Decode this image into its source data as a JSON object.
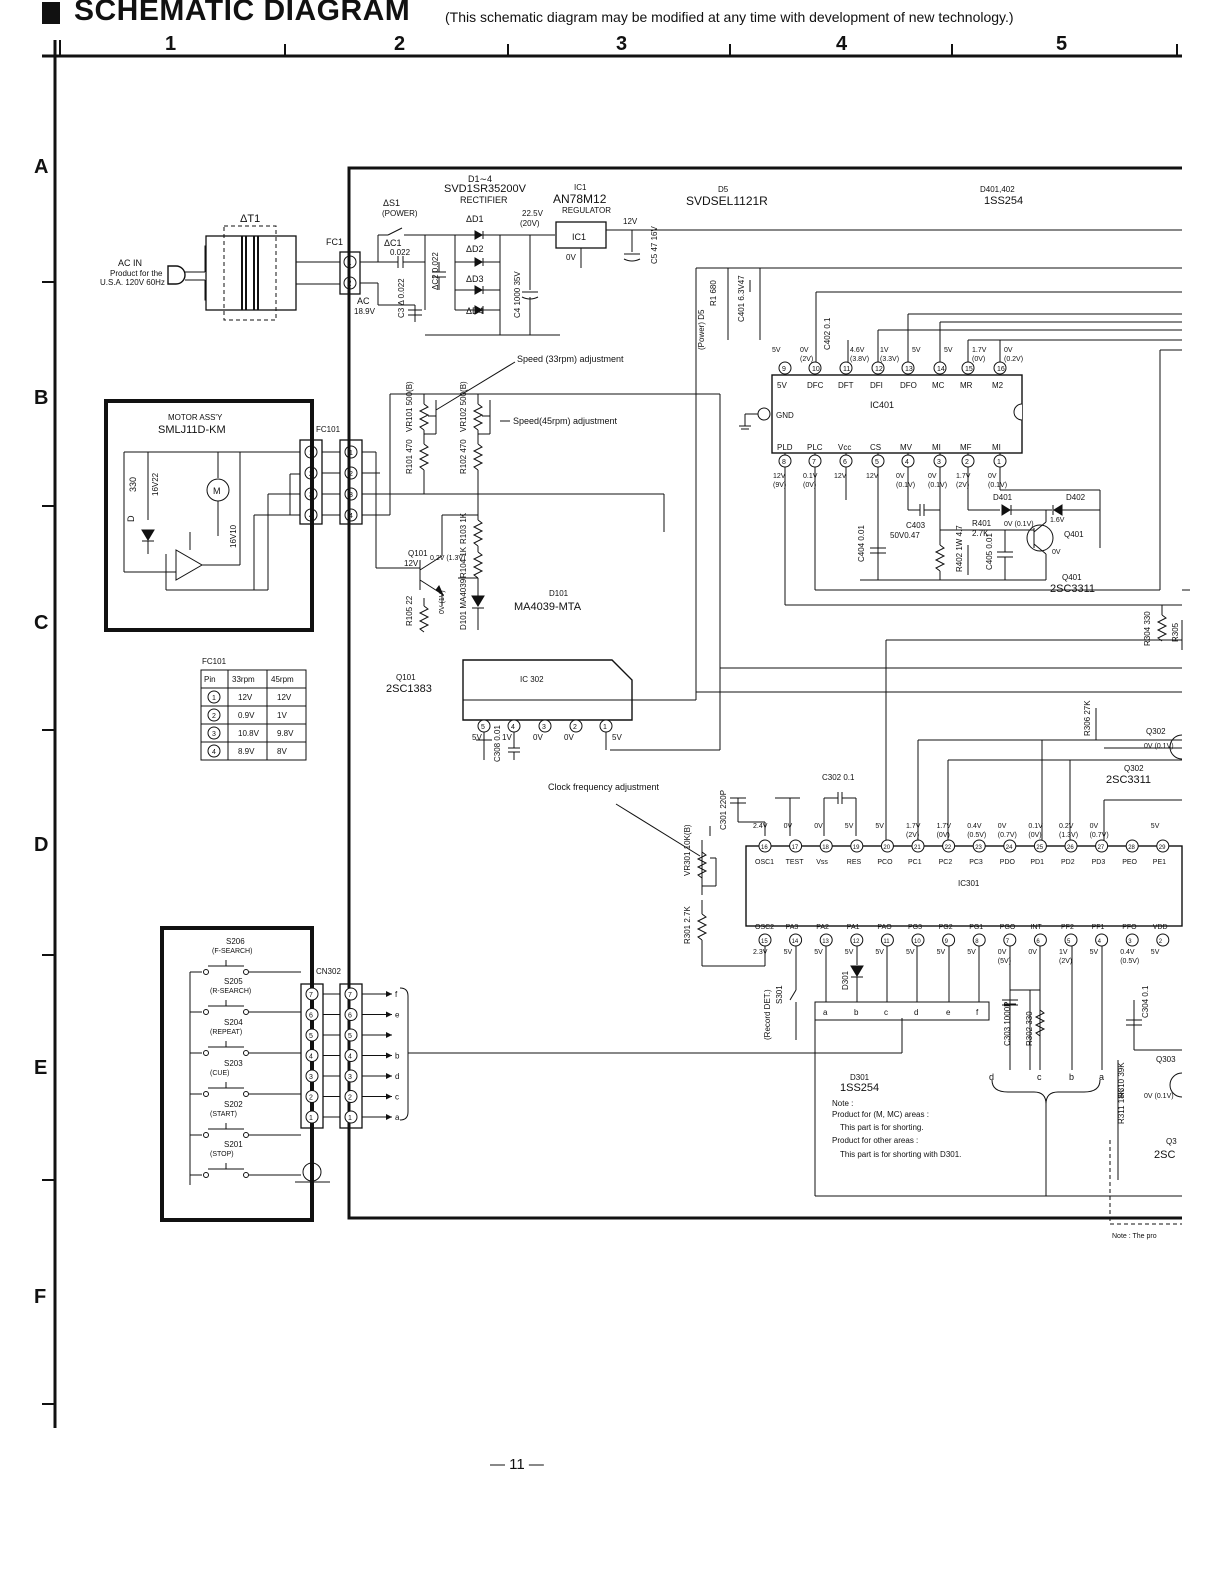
{
  "header": {
    "title": "SCHEMATIC DIAGRAM",
    "subtitle": "(This schematic diagram may be modified at any time with development of new technology.)"
  },
  "grid": {
    "columns": [
      "1",
      "2",
      "3",
      "4",
      "5"
    ],
    "rows": [
      "A",
      "B",
      "C",
      "D",
      "E",
      "F"
    ]
  },
  "page_number": "— 11 —",
  "labels": {
    "ac_in": "AC IN",
    "ac_note1": "Product for the",
    "ac_note2": "U.S.A. 120V 60Hz",
    "t1": "ΔT1",
    "fc1": "FC1",
    "s1": "ΔS1",
    "s1_name": "(POWER)",
    "c1": "ΔC1",
    "c1_val": "0.022",
    "c2": "ΔC2 0.022",
    "c3": "C3 Δ 0.022",
    "ac_v": "AC",
    "ac_v2": "18.9V",
    "d14_title": "D1∼4",
    "d14_part": "SVD1SR35200V",
    "d14_role": "RECTIFIER",
    "d1": "ΔD1",
    "d2": "ΔD2",
    "d3": "ΔD3",
    "d4": "ΔD4",
    "ic1_title": "IC1",
    "ic1_part": "AN78M12",
    "ic1_role": "REGULATOR",
    "ic1": "IC1",
    "ic1_in": "22.5V",
    "ic1_in2": "(20V)",
    "ic1_gnd": "0V",
    "ic1_out": "12V",
    "c4": "C4 1000 35V",
    "c5": "C5 47 16V",
    "d5_title": "D5",
    "d5_part": "SVDSEL1121R",
    "d401_title": "D401,402",
    "d401_part": "1SS254",
    "r1": "R1 680",
    "d5_power": "(Power) D5",
    "c401": "C401 6.3V47",
    "c402": "C402 0.1",
    "motor_title": "MOTOR ASS'Y",
    "motor_part": "SMLJ11D-KM",
    "fc101": "FC101",
    "motor_m": "M",
    "motor_r": "330",
    "motor_c": "16V22",
    "motor_c2": "16V10",
    "motor_d": "D",
    "speed33": "Speed (33rpm) adjustment",
    "speed45": "Speed(45rpm) adjustment",
    "vr101": "VR101 500(B)",
    "vr102": "VR102 500(B)",
    "r101": "R101 470",
    "r102": "R102 470",
    "r103": "R103 1K",
    "r104": "R104 1K",
    "r105": "R105 22",
    "d101_lbl": "D101 MA4039",
    "q101_lbl": "Q101",
    "q101_v": "12V",
    "q101_v2": "0.2V (1.3V)",
    "q101_v3": "0V (1V)",
    "d101_title": "D101",
    "d101_part": "MA4039-MTA",
    "q101_title": "Q101",
    "q101_part": "2SC1383",
    "ic401": "IC401",
    "gnd": "GND",
    "ic401_top_names": [
      "5V",
      "DFC",
      "DFT",
      "DFI",
      "DFO",
      "MC",
      "MR",
      "M2"
    ],
    "ic401_top_pins": [
      "9",
      "10",
      "11",
      "12",
      "13",
      "14",
      "15",
      "16"
    ],
    "ic401_top_v": [
      "5V",
      "0V (2V)",
      "",
      "4.6V (3.8V)",
      "1V (3.3V)",
      "5V",
      "5V",
      "1.7V (0V)",
      "0V (0.2V)"
    ],
    "ic401_bot_names": [
      "PLD",
      "PLC",
      "Vcc",
      "CS",
      "MV",
      "MI",
      "MF",
      "MI"
    ],
    "ic401_bot_pins": [
      "8",
      "7",
      "6",
      "5",
      "4",
      "3",
      "2",
      "1"
    ],
    "ic401_bot_v": [
      "12V (9V)",
      "0.1V (0V)",
      "12V",
      "12V",
      "0V (0.1V)",
      "0V (0.1V)",
      "1.7V (2V)",
      "0V (0.1V)"
    ],
    "c403": "C403",
    "c403_val": "50V0.47",
    "c404": "C404 0.01",
    "r401": "R401",
    "r401_val": "2.7K",
    "r401_v": "0V (0.1V)",
    "r402": "R402 1W 4.7",
    "c405": "C405 0.01",
    "d401": "D401",
    "d402": "D402",
    "q401": "Q401",
    "q401_v": "1.6V",
    "q401_v2": "0V",
    "q401_title": "Q401",
    "q401_part": "2SC3311",
    "r304": "R304 330",
    "r305": "R305",
    "fc101_tbl": {
      "title": "FC101",
      "headers": [
        "Pin",
        "33rpm",
        "45rpm"
      ],
      "rows": [
        [
          "1",
          "12V",
          "12V"
        ],
        [
          "2",
          "0.9V",
          "1V"
        ],
        [
          "3",
          "10.8V",
          "9.8V"
        ],
        [
          "4",
          "8.9V",
          "8V"
        ]
      ]
    },
    "ic302": "IC 302",
    "ic302_pins": [
      "5",
      "4",
      "3",
      "2",
      "1"
    ],
    "ic302_v": [
      "5V",
      "1V",
      "0V",
      "0V",
      "5V"
    ],
    "c308": "C308 0.01",
    "r306": "R306 27K",
    "q302": "Q302",
    "q302_v": "0V (0.1V)",
    "q302_title": "Q302",
    "q302_part": "2SC3311",
    "clock_adj": "Clock frequency adjustment",
    "c302": "C302 0.1",
    "c301": "C301 220P",
    "vr301": "VR301 10K(B)",
    "r301": "R301 2.7K",
    "ic301": "IC301",
    "ic301_top_names": [
      "OSC1",
      "TEST",
      "Vss",
      "RES",
      "PCO",
      "PC1",
      "PC2",
      "PC3",
      "PDO",
      "PD1",
      "PD2",
      "PD3",
      "PEO",
      "PE1"
    ],
    "ic301_top_pins": [
      "16",
      "17",
      "18",
      "19",
      "20",
      "21",
      "22",
      "23",
      "24",
      "25",
      "26",
      "27",
      "28",
      "29"
    ],
    "ic301_top_v": [
      "2.4V",
      "0V",
      "0V",
      "5V",
      "5V",
      "1.7V (2V)",
      "1.7V (0V)",
      "0.4V (0.5V)",
      "0V (0.7V)",
      "0.1V (0V)",
      "0.2V (1.3V)",
      "0V (0.7V)",
      "",
      "5V"
    ],
    "ic301_bot_names": [
      "OSC2",
      "PA3",
      "PA2",
      "PA1",
      "PAO",
      "PG3",
      "PG2",
      "PG1",
      "PGO",
      "INT",
      "PF2",
      "PF1",
      "PFO",
      "VDD"
    ],
    "ic301_bot_pins": [
      "15",
      "14",
      "13",
      "12",
      "11",
      "10",
      "9",
      "8",
      "7",
      "6",
      "5",
      "4",
      "3",
      "2"
    ],
    "ic301_bot_v": [
      "2.3V",
      "5V",
      "5V",
      "5V",
      "5V",
      "5V",
      "5V",
      "5V",
      "0V (5V)",
      "0V",
      "1V (2V)",
      "5V",
      "0.4V (0.5V)",
      "5V"
    ],
    "sw_title1": "S206",
    "sw_title1b": "(F-SEARCH)",
    "switches": [
      {
        "name": "S205",
        "fn": "(R-SEARCH)"
      },
      {
        "name": "S204",
        "fn": "(REPEAT)"
      },
      {
        "name": "S203",
        "fn": "(CUE)"
      },
      {
        "name": "S202",
        "fn": "(START)"
      },
      {
        "name": "S201",
        "fn": "(STOP)"
      }
    ],
    "cn302": "CN302",
    "cn302_pins": [
      "7",
      "6",
      "5",
      "4",
      "3",
      "2",
      "1"
    ],
    "cn302_letters": [
      "f",
      "e",
      "",
      "b",
      "d",
      "c",
      "a"
    ],
    "s301": "S301",
    "record_det": "(Record DET.)",
    "d301": "D301",
    "bus_letters": [
      "a",
      "b",
      "c",
      "d",
      "e",
      "f"
    ],
    "d301_title": "D301",
    "d301_part": "1SS254",
    "note_title": "Note :",
    "note_1": "Product for (M, MC) areas :",
    "note_2": "This part is for shorting.",
    "note_3": "Product for other areas :",
    "note_4": "This part is for shorting with D301.",
    "c303": "C303 1000P",
    "r302": "R302 330",
    "dcba": [
      "d",
      "c",
      "b",
      "a"
    ],
    "c304": "C304 0.1",
    "r310": "R310 39K",
    "r311": "R311 18K",
    "q303": "Q303",
    "q303_v": "0V (0.1V)",
    "q3_title": "Q3",
    "q3_part": "2SC",
    "note_bottom": "Note : The pro"
  }
}
